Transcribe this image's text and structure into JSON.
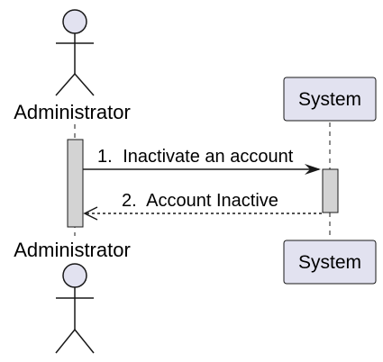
{
  "actor": {
    "name": "Administrator"
  },
  "participant": {
    "name": "System"
  },
  "messages": [
    {
      "number": "1.",
      "text": "Inactivate an account",
      "style": "solid"
    },
    {
      "number": "2.",
      "text": "Account Inactive",
      "style": "dashed"
    }
  ],
  "colors": {
    "participant_fill": "#E2E2F0",
    "participant_border": "#181818",
    "activation_fill": "#D3D3D3",
    "lifeline": "#181818",
    "line": "#181818"
  }
}
